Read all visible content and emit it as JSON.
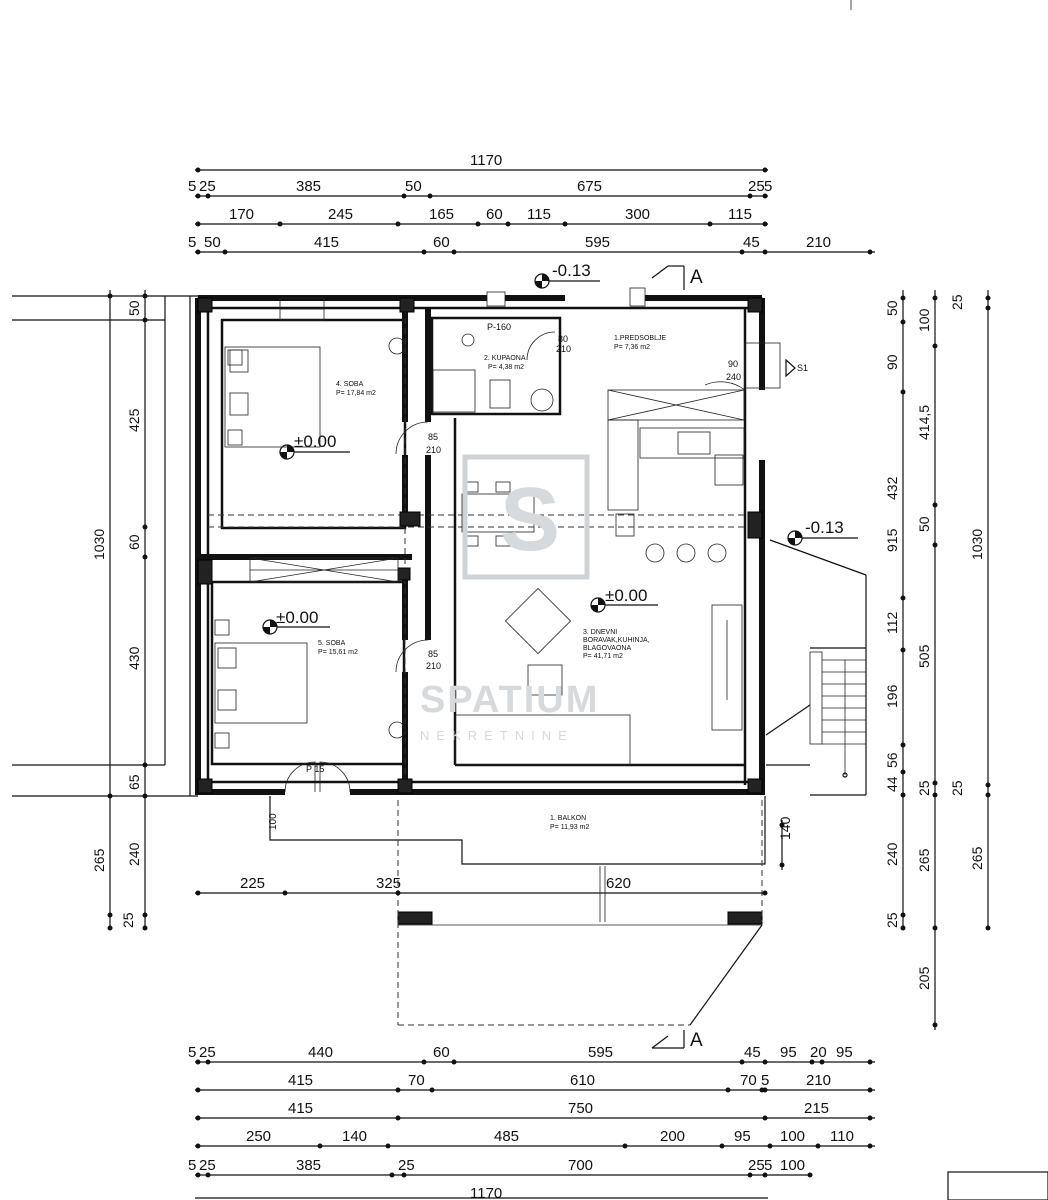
{
  "overall_dim": "1170",
  "dim_rows_top": [
    [
      "5",
      "25",
      "385",
      "50",
      "675",
      "25",
      "5"
    ],
    [
      "170",
      "245",
      "165",
      "60",
      "115",
      "300",
      "115"
    ],
    [
      "5",
      "50",
      "415",
      "60",
      "595",
      "45",
      "210"
    ]
  ],
  "dim_rows_bottom": [
    [
      "5",
      "25",
      "440",
      "60",
      "595",
      "45",
      "95",
      "20",
      "95"
    ],
    [
      "415",
      "70",
      "610",
      "70",
      "5",
      "210"
    ],
    [
      "415",
      "750",
      "215"
    ],
    [
      "250",
      "140",
      "485",
      "200",
      "95",
      "100",
      "110"
    ],
    [
      "5",
      "25",
      "385",
      "25",
      "700",
      "25",
      "5",
      "100"
    ]
  ],
  "overall_dim_bottom": "1170",
  "left_dims_outer": [
    "1030",
    "265",
    "25"
  ],
  "left_dims_inner": [
    "50",
    "425",
    "60",
    "430",
    "65",
    "240"
  ],
  "right_dims": {
    "col1": [
      "50",
      "90",
      "432",
      "112",
      "196",
      "56",
      "44",
      "240",
      "25"
    ],
    "col2": [
      "100",
      "414,5",
      "50",
      "505",
      "25",
      "265",
      "205"
    ],
    "col3": [
      "25",
      "915",
      "1030",
      "265"
    ]
  },
  "levels": {
    "top": "-0.13",
    "right": "-0.13",
    "room4": "±0.00",
    "room5": "±0.00",
    "living": "±0.00"
  },
  "section_marks": [
    "A",
    "A"
  ],
  "entrance_mark": "S1",
  "p160": "P-160",
  "rooms": [
    {
      "name": "1.PREDSOBLJE",
      "area": "P= 7,36 m2"
    },
    {
      "name": "2. KUPAONA",
      "area": "P= 4,38 m2"
    },
    {
      "name": "3. DNEVNI",
      "line2": "BORAVAK,KUHINJA,",
      "line3": "BLAGOVAONA",
      "area": "P= 41,71 m2"
    },
    {
      "name": "4. SOBA",
      "area": "P= 17,84 m2"
    },
    {
      "name": "5. SOBA",
      "area": "P= 15,61 m2"
    },
    {
      "name": "1. BALKON",
      "area": "P= 11,93 m2"
    }
  ],
  "door_labels": {
    "bath": [
      "80",
      "210"
    ],
    "entry": [
      "90",
      "240"
    ],
    "room4": [
      "85",
      "210"
    ],
    "room5": [
      "85",
      "210"
    ],
    "balcony": "P 15"
  },
  "balcony_dims": [
    "225",
    "325",
    "620",
    "140",
    "100"
  ],
  "watermark": {
    "logo": "S",
    "name": "SPATIUM",
    "sub": "NEKRETNINE"
  },
  "colors": {
    "ink": "#111111",
    "watermark": "#cfd3d6",
    "background": "#ffffff"
  }
}
